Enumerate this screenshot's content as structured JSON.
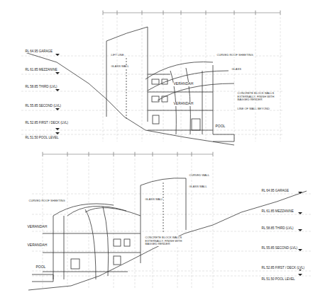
{
  "diagram": {
    "labels": [
      "RL 64.95 GARAGE",
      "RL 61.85 MEZZANINE",
      "RL 58.85 THIRD (LVL)",
      "RL 55.85 SECOND (LVL)",
      "RL 52.85 FIRST / DECK (LVL)",
      "RL 51.50 POOL LEVEL",
      "LIFT LINE",
      "GLASS WALL",
      "CURVED ROOF SHEETING",
      "GLASS",
      "VERANDAH",
      "VERANDAH",
      "CONCRETE BLOCK WALLS EXTERNALLY, FINISH WITH BAGGED RENDER",
      "LINE OF WALL BEYOND",
      "POOL",
      "RL 64.95 GARAGE",
      "RL 61.85 MEZZANINE",
      "RL 58.85 THIRD (LVL)",
      "RL 55.85 SECOND (LVL)",
      "RL 52.85 FIRST / DECK (LVL)",
      "RL 51.50 POOL LEVEL",
      "CURVED WALL",
      "GLASS WALL",
      "GLASS WALL",
      "CURVED ROOF SHEETING",
      "VERANDAH",
      "VERANDAH",
      "POOL",
      "CONCRETE BLOCK WALLS EXTERNALLY, FINISH WITH BAGGED RENDER"
    ]
  }
}
